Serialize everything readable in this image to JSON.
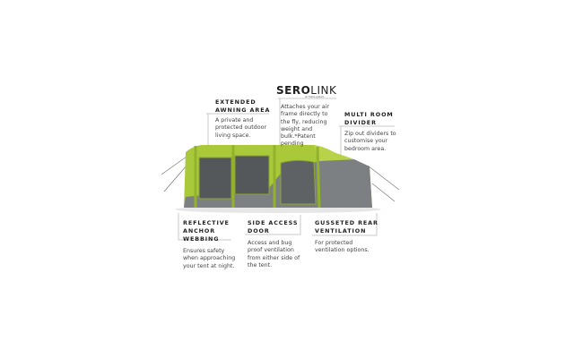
{
  "brand": {
    "logo_bold": "SERO",
    "logo_light": "LINK",
    "logo_sub": "air frame system"
  },
  "callouts": [
    {
      "title": "EXTENDED\nAWNING AREA",
      "body": "A private and\nprotected outdoor\nliving space."
    },
    {
      "title": "",
      "body": "Attaches your air\nframe directly to\nthe fly, reducing\nweight and\nbulk.*Patent\npending"
    },
    {
      "title": "MULTI ROOM\nDIVIDER",
      "body": "Zip out dividers to\ncustomise your\nbedroom area."
    },
    {
      "title": "REFLECTIVE\nANCHOR\nWEBBING",
      "body": "Ensures safety\nwhen approaching\nyour tent at night."
    },
    {
      "title": "SIDE ACCESS\nDOOR",
      "body": "Access and bug\nproof ventilation\nfrom either side of\nthe tent."
    },
    {
      "title": "GUSSETED REAR\nVENTILATION",
      "body": "For protected\nventilation options."
    }
  ],
  "colors": {
    "tent_green": "#a9c93a",
    "tent_grey": "#7d8083",
    "line": "#c8c8c8"
  }
}
